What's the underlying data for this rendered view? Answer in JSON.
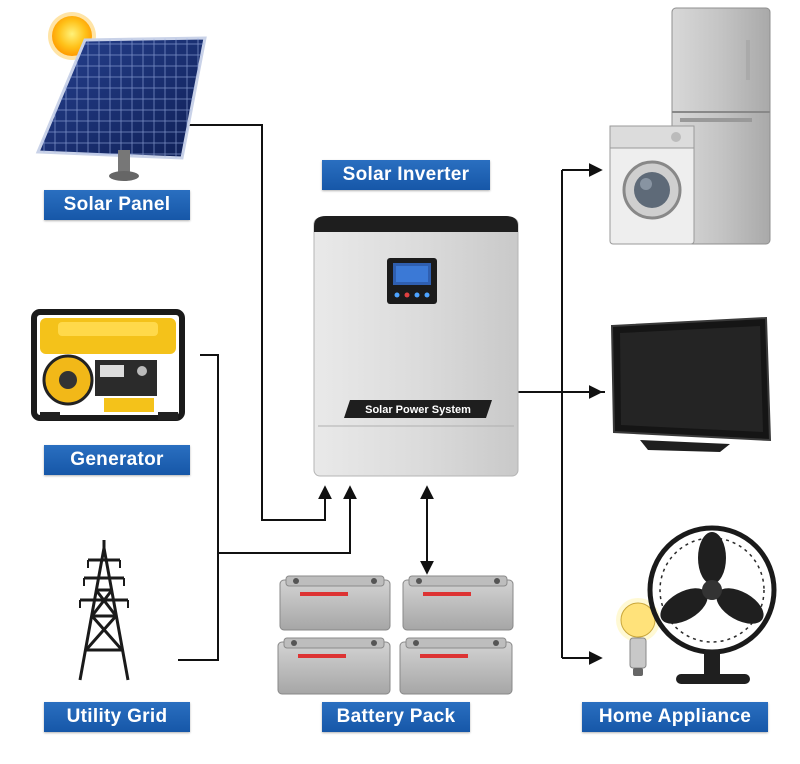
{
  "labels": {
    "solar_panel": "Solar Panel",
    "generator": "Generator",
    "utility_grid": "Utility Grid",
    "solar_inverter": "Solar Inverter",
    "battery_pack": "Battery Pack",
    "home_appliance": "Home Appliance"
  },
  "inverter": {
    "panel_text": "Solar Power System"
  },
  "colors": {
    "label_bg": "#1a5fae",
    "line": "#111111",
    "background": "#ffffff"
  },
  "icons": [
    "sun-icon",
    "solar-panel-icon",
    "generator-icon",
    "power-tower-icon",
    "inverter-icon",
    "battery-icon",
    "refrigerator-icon",
    "washing-machine-icon",
    "tv-icon",
    "fan-icon",
    "light-bulb-icon"
  ]
}
